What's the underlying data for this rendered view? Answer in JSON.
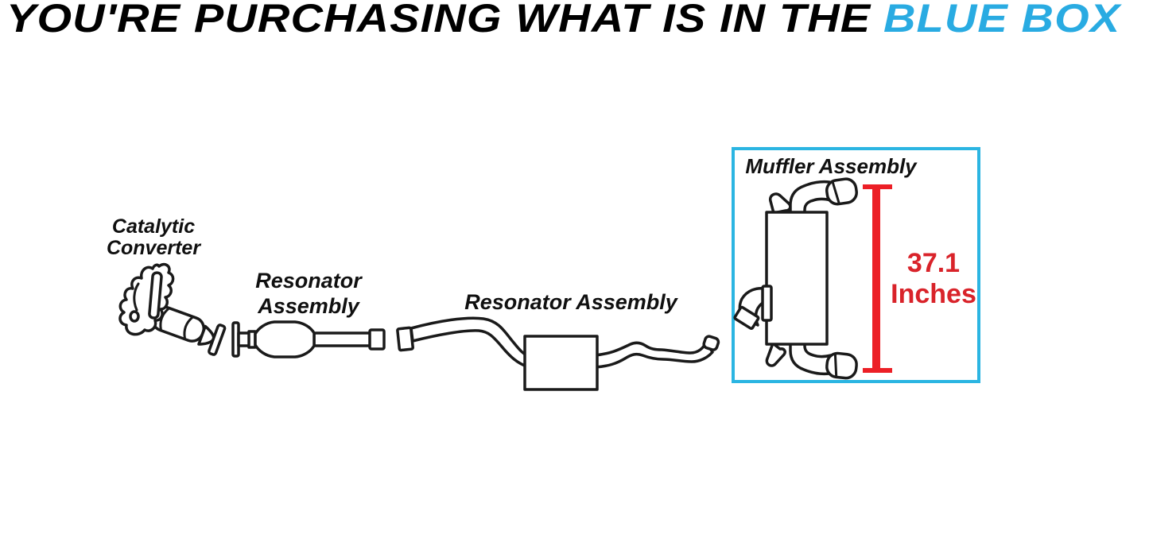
{
  "title": {
    "prefix": "YOU'RE PURCHASING WHAT IS IN THE",
    "highlight": "BLUE BOX"
  },
  "labels": {
    "catalytic_converter": "Catalytic\nConverter",
    "resonator_assembly_front": "Resonator\nAssembly",
    "resonator_assembly_mid": "Resonator Assembly",
    "muffler_assembly": "Muffler Assembly"
  },
  "measurement": {
    "value": "37.1",
    "unit": "Inches"
  },
  "colors": {
    "title_highlight_blue": "#29ABE2",
    "blue_box_border": "#2BB5E2",
    "measurement_line_red": "#EC1F26",
    "measurement_text_red": "#D9232A",
    "line_art": "#1a1a1a"
  },
  "icons": {
    "catalytic_converter_drawing": "catalytic-converter-line-art",
    "resonator_front_drawing": "resonator-assembly-line-art",
    "resonator_mid_drawing": "resonator-assembly-line-art",
    "muffler_drawing": "muffler-assembly-line-art",
    "measurement_line": "red-vertical-dimension-line"
  }
}
